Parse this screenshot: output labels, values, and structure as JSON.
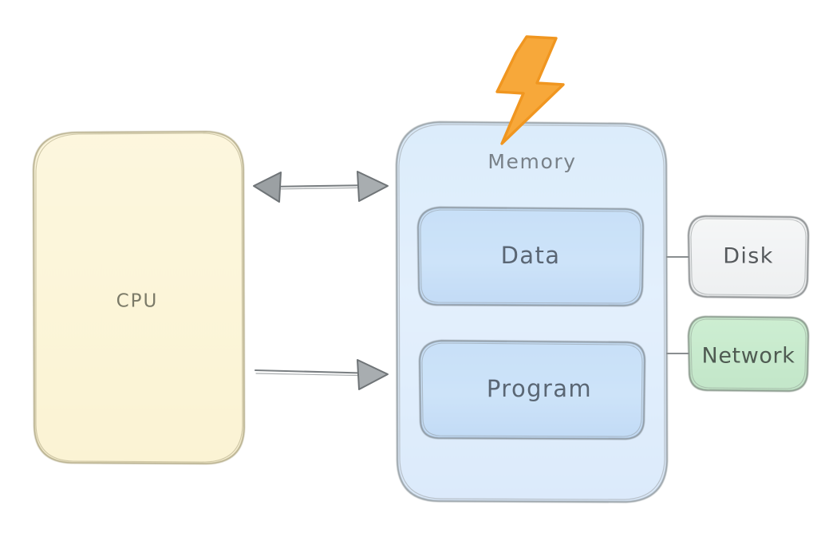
{
  "diagram": {
    "title": "CPU and Memory architecture diagram",
    "background_color": "#ffffff",
    "nodes": {
      "cpu": {
        "label": "CPU",
        "fill": "#fdf6dc",
        "stroke": "#b5ad8a",
        "text_color": "#7b7a68"
      },
      "memory": {
        "label": "Memory",
        "fill": "#e0effc",
        "stroke": "#9aa3a8",
        "text_color": "#798188"
      },
      "data": {
        "label": "Data",
        "fill": "#c5dff7",
        "stroke": "#8d99a3",
        "text_color": "#5a6674"
      },
      "program": {
        "label": "Program",
        "fill": "#c5dff7",
        "stroke": "#8d99a3",
        "text_color": "#5a6674"
      },
      "disk": {
        "label": "Disk",
        "fill": "#f2f3f4",
        "stroke": "#8a8e90",
        "text_color": "#55595c"
      },
      "network": {
        "label": "Network",
        "fill": "#c9e8ce",
        "stroke": "#8a9a8d",
        "text_color": "#4f5b52"
      }
    },
    "icons": {
      "lightning_bolt": {
        "name": "lightning-bolt-icon",
        "fill": "#f7a83a",
        "stroke": "#f09620"
      }
    },
    "connectors": [
      {
        "name": "cpu-memory-bidirectional",
        "from": "CPU",
        "to": "Memory",
        "kind": "double-arrow",
        "color": "#7a7f82"
      },
      {
        "name": "cpu-program-arrow",
        "from": "CPU",
        "to": "Program",
        "kind": "single-arrow",
        "color": "#7a7f82"
      },
      {
        "name": "memory-disk-link",
        "from": "Memory",
        "to": "Disk",
        "kind": "line",
        "color": "#8a8e90"
      },
      {
        "name": "memory-network-link",
        "from": "Memory",
        "to": "Network",
        "kind": "line",
        "color": "#8a8e90"
      }
    ]
  }
}
